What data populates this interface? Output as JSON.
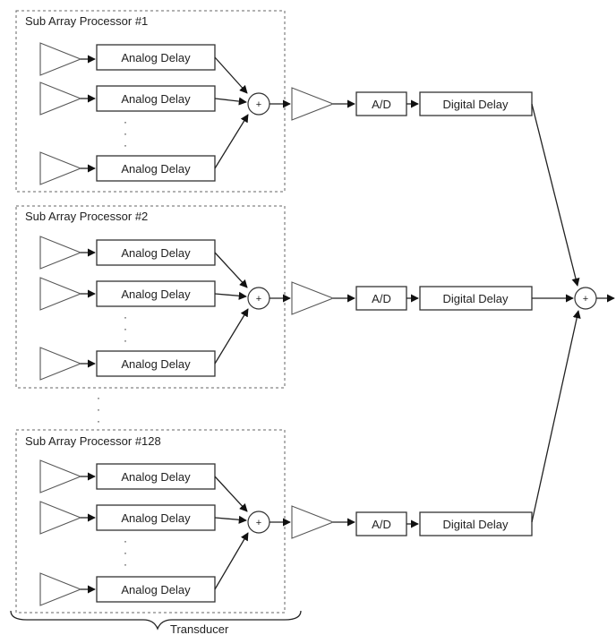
{
  "groups": [
    {
      "title": "Sub Array Processor #1",
      "analog_label": "Analog Delay",
      "ellipsis": "·\n·\n·",
      "sum_symbol": "+",
      "ad_label": "A/D",
      "digital_label": "Digital Delay"
    },
    {
      "title": "Sub Array Processor #2",
      "analog_label": "Analog Delay",
      "ellipsis": "·\n·\n·",
      "sum_symbol": "+",
      "ad_label": "A/D",
      "digital_label": "Digital Delay"
    },
    {
      "title": "Sub Array Processor #128",
      "analog_label": "Analog Delay",
      "ellipsis": "·\n·\n·",
      "sum_symbol": "+",
      "ad_label": "A/D",
      "digital_label": "Digital Delay"
    }
  ],
  "between_groups_ellipsis": "·\n·\n·",
  "final_sum_symbol": "+",
  "transducer_label": "Transducer",
  "colors": {
    "stroke": "#222222",
    "dashed": "#666666",
    "background": "#ffffff"
  }
}
